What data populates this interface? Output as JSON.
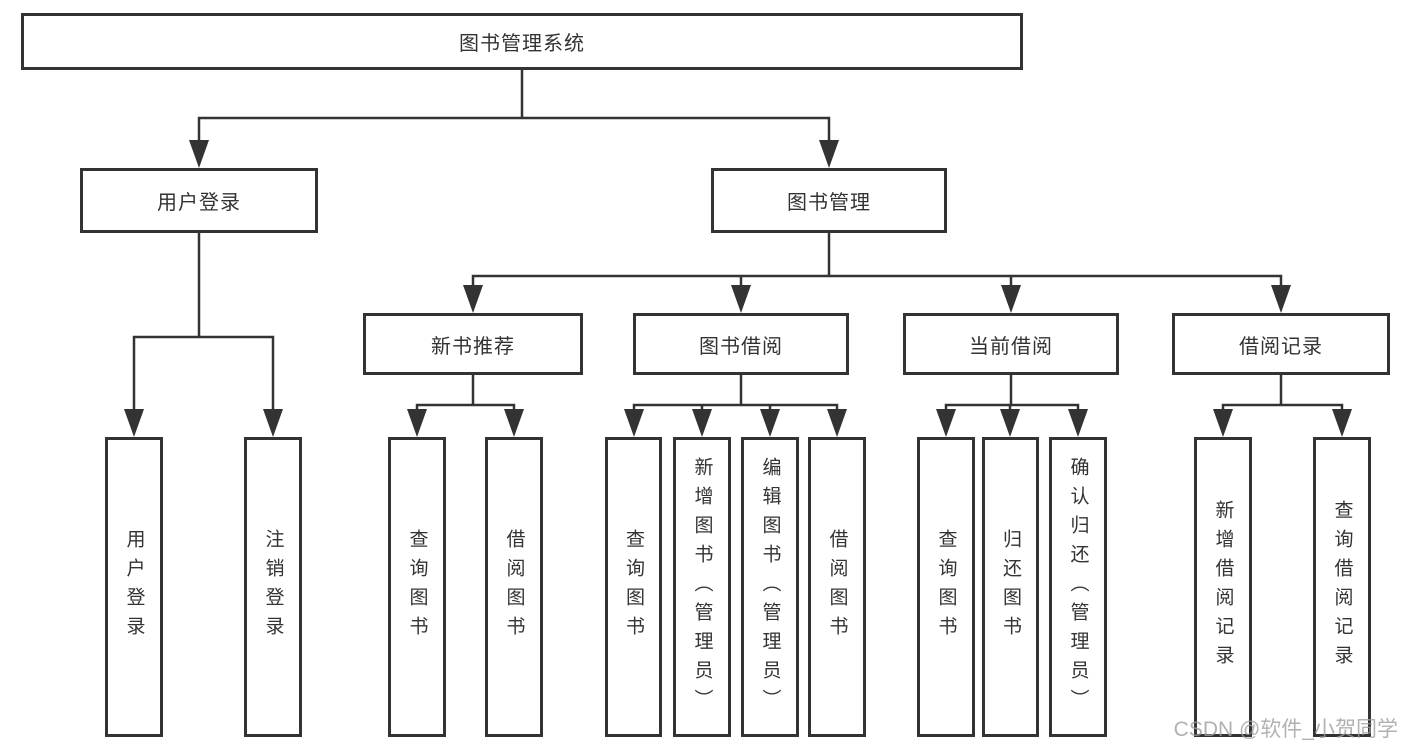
{
  "tree": {
    "root": {
      "label": "图书管理系统"
    },
    "level2": [
      {
        "label": "用户登录",
        "children": [
          {
            "label": "用户登录"
          },
          {
            "label": "注销登录"
          }
        ]
      },
      {
        "label": "图书管理",
        "children": [
          {
            "label": "新书推荐",
            "children": [
              {
                "label": "查询图书"
              },
              {
                "label": "借阅图书"
              }
            ]
          },
          {
            "label": "图书借阅",
            "children": [
              {
                "label": "查询图书"
              },
              {
                "label": "新增图书（管理员）"
              },
              {
                "label": "编辑图书（管理员）"
              },
              {
                "label": "借阅图书"
              }
            ]
          },
          {
            "label": "当前借阅",
            "children": [
              {
                "label": "查询图书"
              },
              {
                "label": "归还图书"
              },
              {
                "label": "确认归还（管理员）"
              }
            ]
          },
          {
            "label": "借阅记录",
            "children": [
              {
                "label": "新增借阅记录"
              },
              {
                "label": "查询借阅记录"
              }
            ]
          }
        ]
      }
    ]
  },
  "watermark": {
    "text": "CSDN @软件_小贺同学"
  },
  "colors": {
    "line": "#333333",
    "text": "#333333",
    "box_background": "#ffffff",
    "watermark": "#9e9e9e"
  }
}
